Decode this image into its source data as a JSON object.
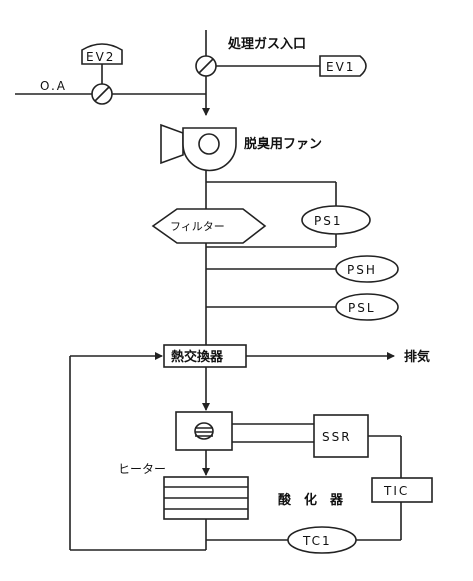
{
  "labels": {
    "gas_inlet": "処理ガス入口",
    "outside_air": "O.A",
    "fan": "脱臭用ファン",
    "filter": "フィルター",
    "heat_exchanger": "熱交換器",
    "exhaust": "排気",
    "heater": "ヒーター",
    "oxidizer": "酸　化　器"
  },
  "instruments": {
    "ev2": "EV2",
    "ev1": "EV1",
    "ps1": "PS1",
    "psh": "PSH",
    "psl": "PSL",
    "ssr": "SSR",
    "tic": "TIC",
    "tc1": "TC1"
  }
}
